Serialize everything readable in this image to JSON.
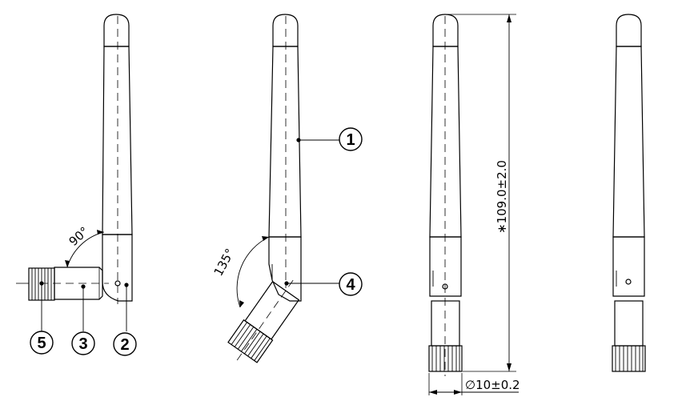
{
  "callouts": {
    "c1": "1",
    "c2": "2",
    "c3": "3",
    "c4": "4",
    "c5": "5"
  },
  "angles": {
    "a90": "90°",
    "a135": "135°"
  },
  "dimensions": {
    "length": "∗109.0±2.0",
    "diameter": "∅10±0.2"
  }
}
